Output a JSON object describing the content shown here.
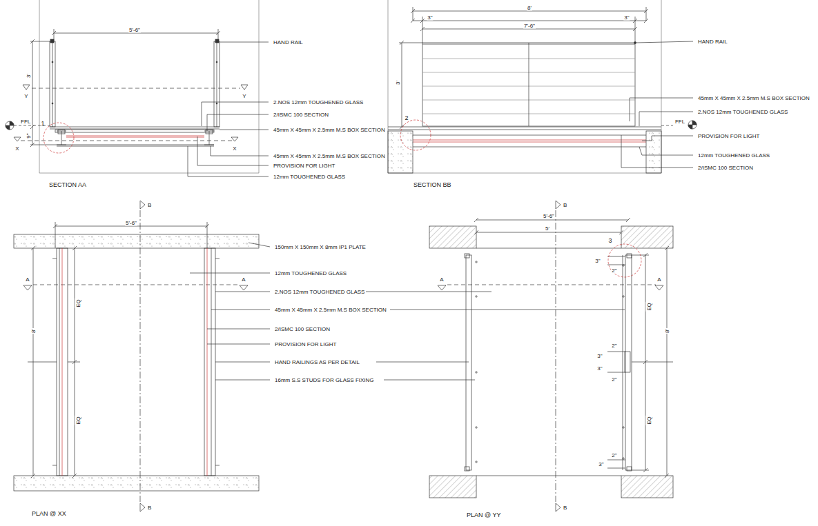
{
  "diagram": {
    "labels": [
      "5'-6\"",
      "3'",
      "Y",
      "Y",
      "FFL",
      "1",
      "9\"",
      "X",
      "X",
      "HAND RAIL",
      "2.NOS 12mm TOUGHENED GLASS",
      "2/ISMC 100 SECTION",
      "45mm X 45mm X 2.5mm M.S BOX SECTION",
      "45mm X 45mm X 2.5mm M.S BOX SECTION",
      "PROVISION FOR LIGHT",
      "12mm TOUGHENED GLASS",
      "SECTION AA",
      "8'",
      "3\"",
      "7'-6\"",
      "3\"",
      "3'",
      "2",
      "FFL",
      "HAND RAIL",
      "45mm X 45mm X 2.5mm M.S BOX SECTION",
      "2.NOS 12mm TOUGHENED GLASS",
      "PROVISION FOR LIGHT",
      "12mm TOUGHENED GLASS",
      "2/ISMC 100 SECTION",
      "SECTION BB",
      "B",
      "5'-6\"",
      "A",
      "A",
      "EQ",
      "8'",
      "EQ",
      "150mm X 150mm X 8mm IP1 PLATE",
      "12mm TOUGHENED GLASS",
      "2.NOS 12mm TOUGHENED GLASS",
      "45mm X 45mm X 2.5mm M.S BOX SECTION",
      "2/ISMC 100 SECTION",
      "PROVISION FOR LIGHT",
      "HAND RAILINGS AS PER DETAIL",
      "16mm S.S STUDS FOR GLASS FIXING",
      "B",
      "PLAN @ XX",
      "B",
      "5'-6\"",
      "5'",
      "3",
      "A",
      "A",
      "3\"",
      "2\"",
      "EQ",
      "2\"",
      "3\"",
      "8'",
      "3\"",
      "2\"",
      "EQ",
      "2\"",
      "3\"",
      "B",
      "PLAN @ YY"
    ]
  }
}
